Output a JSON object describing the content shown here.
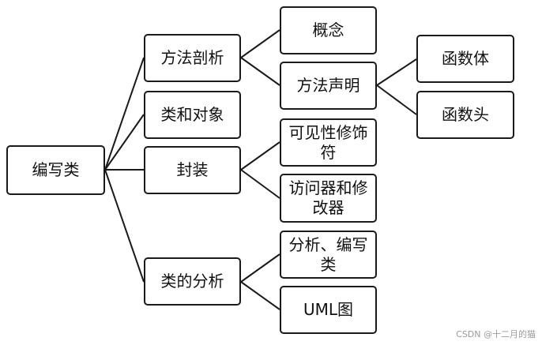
{
  "nodes": {
    "root": "编写类",
    "method_analysis": "方法剖析",
    "class_and_object": "类和对象",
    "encapsulation": "封装",
    "class_analysis": "类的分析",
    "concept": "概念",
    "method_declaration": "方法声明",
    "visibility_modifier": "可见性修饰符",
    "accessor_mutator": "访问器和修改器",
    "analysis_writing": "分析、编写类",
    "uml_diagram": "UML图",
    "function_body": "函数体",
    "function_head": "函数头"
  },
  "watermark": "CSDN @十二月的猫"
}
